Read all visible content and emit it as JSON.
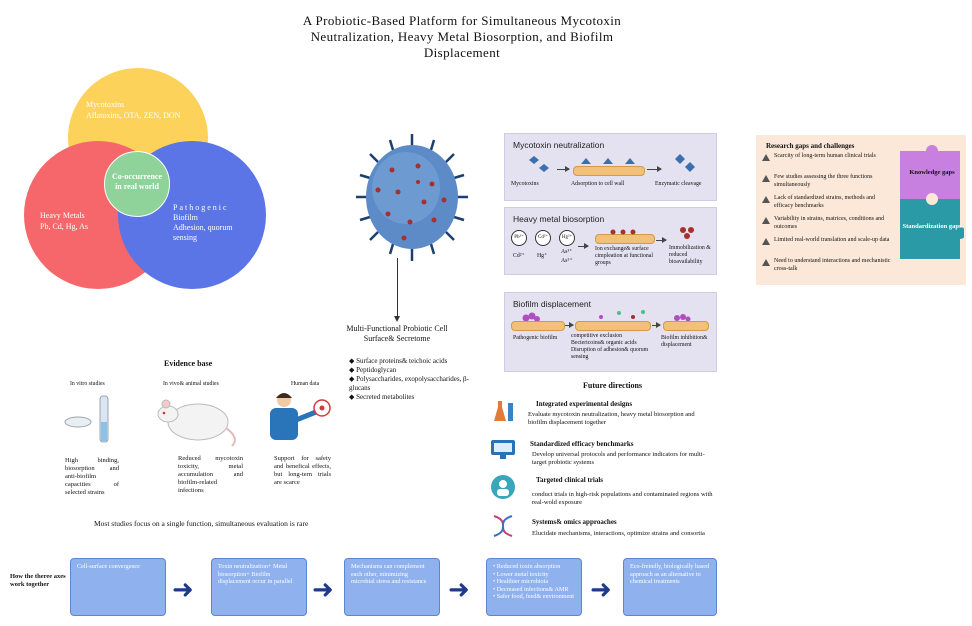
{
  "title": "A Probiotic-Based Platform for Simultaneous Mycotoxin Neutralization, Heavy Metal Biosorption, and Biofilm Displacement",
  "venn": {
    "mycotoxins_title": "Mycotoxins",
    "mycotoxins_list": "Aflatoxins, OTA, ZEN, DON",
    "center": "Co-occurrence in real world",
    "metals_title": "Heavy Metals",
    "metals_list": "Pb, Cd, Hg, As",
    "pathogenic_title": "Pathogenic",
    "pathogenic_sub": "Biofilm",
    "pathogenic_detail": "Adhesion, quorum sensing",
    "colors": {
      "mycotoxins": "#fdd25a",
      "metals": "#f6676b",
      "pathogenic": "#5b74e6",
      "center": "#8fd39b"
    }
  },
  "cell": {
    "title": "Multi-Functional Probiotic Cell Surface& Secretome",
    "components": [
      "Surface proteins& teichoic acids",
      "Peptidoglycan",
      "Polysaccharides, exopolysaccharides, β-glucans",
      "Secreted metabolites"
    ]
  },
  "panels": {
    "mycotoxin": {
      "title": "Mycotoxin neutralization",
      "steps": [
        "Mycotoxins",
        "Adsorption to cell wall",
        "Enzymatic cleavage"
      ]
    },
    "metal": {
      "title": "Heavy metal biosorption",
      "ions_top": [
        "Pb²⁺",
        "Cd²⁺",
        "Hg²⁺"
      ],
      "ions_bottom": [
        "Cd²⁺",
        "Hg⁺",
        "As³⁺",
        "As⁵⁺"
      ],
      "step2": "Ion exchange& surface cimpleation at functional groups",
      "step3": "Immobilization & reduced bioavailability"
    },
    "biofilm": {
      "title": "Biofilm displacement",
      "step1": "Pathogenic biofilm",
      "step2": "competitive exclusion Bectericoins& organic acids Disruption of adhesion& quorum sensing",
      "step3": "Biofilm inhibition& displacement"
    }
  },
  "gaps": {
    "title": "Research gaps and challenges",
    "items": [
      "Scarcity of long-term human clinical trials",
      "Few studies assessing the three functions simultaneously",
      "Lack of standardized strains, methods and efficacy benchmarks",
      "Variability in strains, matrices, conditions and outcomes",
      "Limited real-world translation and scale-up data",
      "Need to understand interactions and mechanistic cross-talk"
    ],
    "puzzle_top": "Knowledge gaps",
    "puzzle_bottom": "Standardization gaps",
    "colors": {
      "top": "#c77fe0",
      "bottom": "#2a9aa7"
    }
  },
  "evidence": {
    "title": "Evidence base",
    "columns": [
      {
        "header": "In vitro studies",
        "text": "High binding, biosorption and anti-biofilm capacities of selected strains"
      },
      {
        "header": "In vivo& animal studies",
        "text": "Reduced mycotoxin toxicity, metal accumulation and biofilm-related infections"
      },
      {
        "header": "Human data",
        "text": "Support for safety and benefical effects, but long-tern trials are scarce"
      }
    ],
    "note": "Most studies focus on a single function, simultaneous evaluation is rare"
  },
  "future": {
    "title": "Future directions",
    "items": [
      {
        "title": "Integrated experimental designs",
        "text": "Evaluate mycotoxin neutralization, heavy metal biosorption and biofilm displacement together"
      },
      {
        "title": "Standardized efficacy benchmarks",
        "text": "Develop universal protocols and performance indicators for multi-target probiotic systems"
      },
      {
        "title": "Targeted clinical trials",
        "text": "conduct trials in high-risk populations and contaminated regions with real-wold exposure"
      },
      {
        "title": "Systems& omics approaches",
        "text": "Elucidate mechanisms, interactions, optimize strains and consortia"
      }
    ]
  },
  "flow": {
    "label": "How the theree axes work together",
    "boxes": [
      "Cell-surface convergence",
      "Toxin neutralization+ Metal biosorption+ Biofilm displacement occur in parallel",
      "Mechanisms can complement each other, minimizing microbial stress and resistance",
      "• Reduced toxin absorption\n• Lower metal toxicity\n• Healthier microbiota\n• Decreased infections& AMR\n• Safer food, feed& environment",
      "Eco-freindly, biologically based approach as an alternative to chemical treatments"
    ]
  }
}
